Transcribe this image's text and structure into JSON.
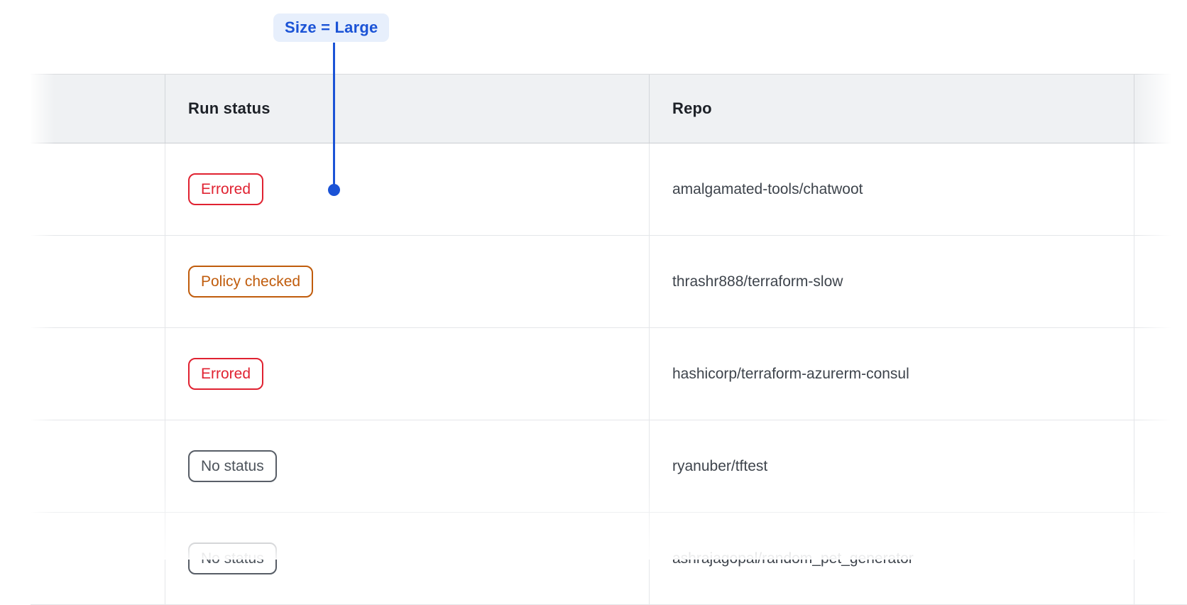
{
  "annotation": {
    "label": "Size = Large"
  },
  "colors": {
    "annotation_blue": "#1b53d6",
    "annotation_bg": "#e7effc",
    "header_bg": "#eff1f3",
    "status_errored": "#e02231",
    "status_policy_checked": "#c05c0c",
    "status_no_status": "#4c535b",
    "repo_text": "#3e444c",
    "header_text": "#1d2127"
  },
  "table": {
    "headers": [
      {
        "label": ""
      },
      {
        "label": "Run status"
      },
      {
        "label": "Repo"
      }
    ],
    "rows": [
      {
        "status": "Errored",
        "status_type": "errored",
        "repo": "amalgamated-tools/chatwoot"
      },
      {
        "status": "Policy checked",
        "status_type": "policy-checked",
        "repo": "thrashr888/terraform-slow"
      },
      {
        "status": "Errored",
        "status_type": "errored",
        "repo": "hashicorp/terraform-azurerm-consul"
      },
      {
        "status": "No status",
        "status_type": "no-status",
        "repo": "ryanuber/tftest"
      },
      {
        "status": "No status",
        "status_type": "no-status",
        "repo": "ashrajagopal/random_pet_generator"
      }
    ]
  }
}
